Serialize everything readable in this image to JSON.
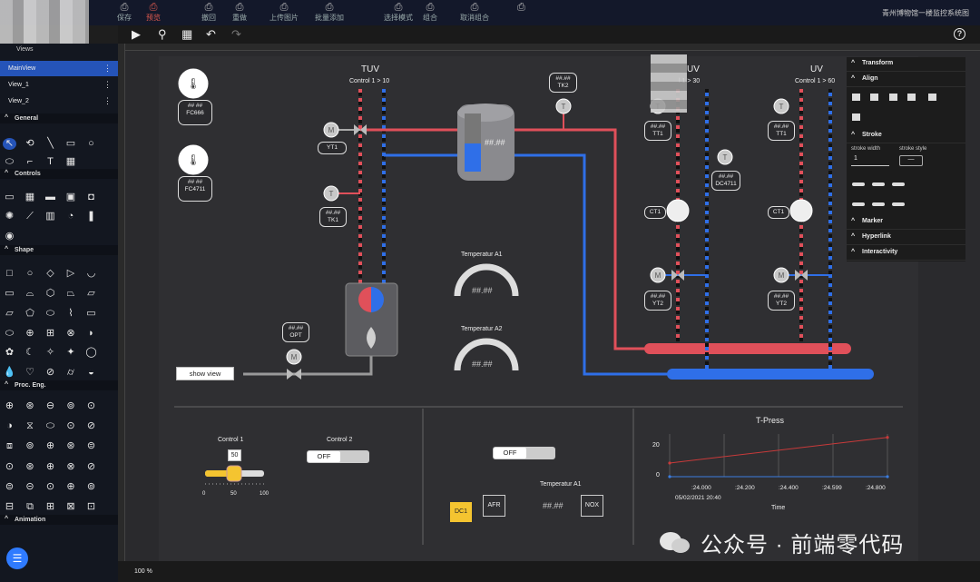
{
  "topbar": {
    "buttons": [
      {
        "label": "保存",
        "icon": "save-icon",
        "x": 143
      },
      {
        "label": "预览",
        "icon": "preview-icon",
        "x": 175,
        "active": true
      },
      {
        "label": "撤回",
        "icon": "undo-icon",
        "x": 236
      },
      {
        "label": "重做",
        "icon": "redo-icon",
        "x": 270
      },
      {
        "label": "上传图片",
        "icon": "upload-image-icon",
        "x": 311
      },
      {
        "label": "批量添加",
        "icon": "batch-add-icon",
        "x": 361
      },
      {
        "label": "选择模式",
        "icon": "select-mode-icon",
        "x": 437
      },
      {
        "label": "组合",
        "icon": "group-icon",
        "x": 480
      },
      {
        "label": "取消组合",
        "icon": "ungroup-icon",
        "x": 521
      },
      {
        "label": "",
        "icon": "other-icon",
        "x": 584
      }
    ],
    "app_title": "青州博物馆一楼监控系统图"
  },
  "sidebar": {
    "views_header": "Views",
    "views": [
      {
        "label": "MainView",
        "selected": true
      },
      {
        "label": "View_1",
        "selected": false
      },
      {
        "label": "View_2",
        "selected": false
      }
    ],
    "sections": [
      "General",
      "Controls",
      "Shape",
      "Proc. Eng.",
      "Animation"
    ]
  },
  "panel": {
    "rows": [
      "Transform",
      "Align",
      "Stroke",
      "Marker",
      "Hyperlink",
      "Interactivity"
    ],
    "stroke_width_label": "stroke width",
    "stroke_style_label": "stroke style",
    "stroke_width_value": "1",
    "stroke_style_value": "—"
  },
  "diagram": {
    "tuv_title": "TUV",
    "tuv_control": "Control 1 > 10",
    "uv1_title": "UV",
    "uv1_control": "l 1 > 30",
    "uv2_title": "UV",
    "uv2_control": "Control 1 > 60",
    "fc666": {
      "value": "## ##",
      "label": "FC666"
    },
    "fc4711": {
      "value": "## ##",
      "label": "FC4711"
    },
    "yt1": "YT1",
    "tk1": {
      "value": "##.##",
      "label": "TK1"
    },
    "tk2": {
      "value": "##.##",
      "label": "TK2"
    },
    "tank_value": "##.##",
    "opt": {
      "value": "##.##",
      "label": "OPT"
    },
    "tt1a": {
      "value": "##.##",
      "label": "TT1"
    },
    "tt1b": {
      "value": "##.##",
      "label": "TT1"
    },
    "dc4711": {
      "value": "##.##",
      "label": "DC4711"
    },
    "ct1a": "CT1",
    "ct1b": "CT1",
    "yt2a": {
      "value": "##.##",
      "label": "YT2"
    },
    "yt2b": {
      "value": "##.##",
      "label": "YT2"
    },
    "gauge1": {
      "title": "Temperatur A1",
      "value": "##.##"
    },
    "gauge2": {
      "title": "Temperatur A2",
      "value": "##.##"
    },
    "show_view": "show view",
    "control1_label": "Control 1",
    "control1_value": "50",
    "slider_ticks": [
      "0",
      "50",
      "100"
    ],
    "control2_label": "Control 2",
    "toggle_off": "OFF",
    "toggle_off2": "OFF",
    "dc1": "DC1",
    "afr": "AFR",
    "temp_a1_label": "Temperatur A1",
    "temp_a1_value": "##.##",
    "nox": "NOX"
  },
  "chart_data": {
    "type": "line",
    "title": "T-Press",
    "xlabel": "Time",
    "ylabel": "",
    "x_ticks": [
      ":24.000",
      ":24.200",
      ":24.400",
      ":24.599",
      ":24.800"
    ],
    "x_sublabel": "05/02/2021 20:40",
    "y_ticks": [
      "20",
      "0"
    ],
    "ylim": [
      0,
      25
    ],
    "series": [
      {
        "name": "",
        "color": "#c83a3a",
        "points": [
          [
            0,
            8
          ],
          [
            1,
            23
          ]
        ]
      },
      {
        "name": "",
        "color": "#3b7de0",
        "points": [
          [
            0,
            0
          ],
          [
            1,
            0
          ]
        ]
      }
    ]
  },
  "bottom": {
    "zoom": "100 %"
  },
  "watermark": "公众号 · 前端零代码",
  "colors": {
    "red_pipe": "#e0505a",
    "blue_pipe": "#2f6fe8",
    "selection": "#2554b9",
    "accent_yellow": "#f4c430"
  }
}
